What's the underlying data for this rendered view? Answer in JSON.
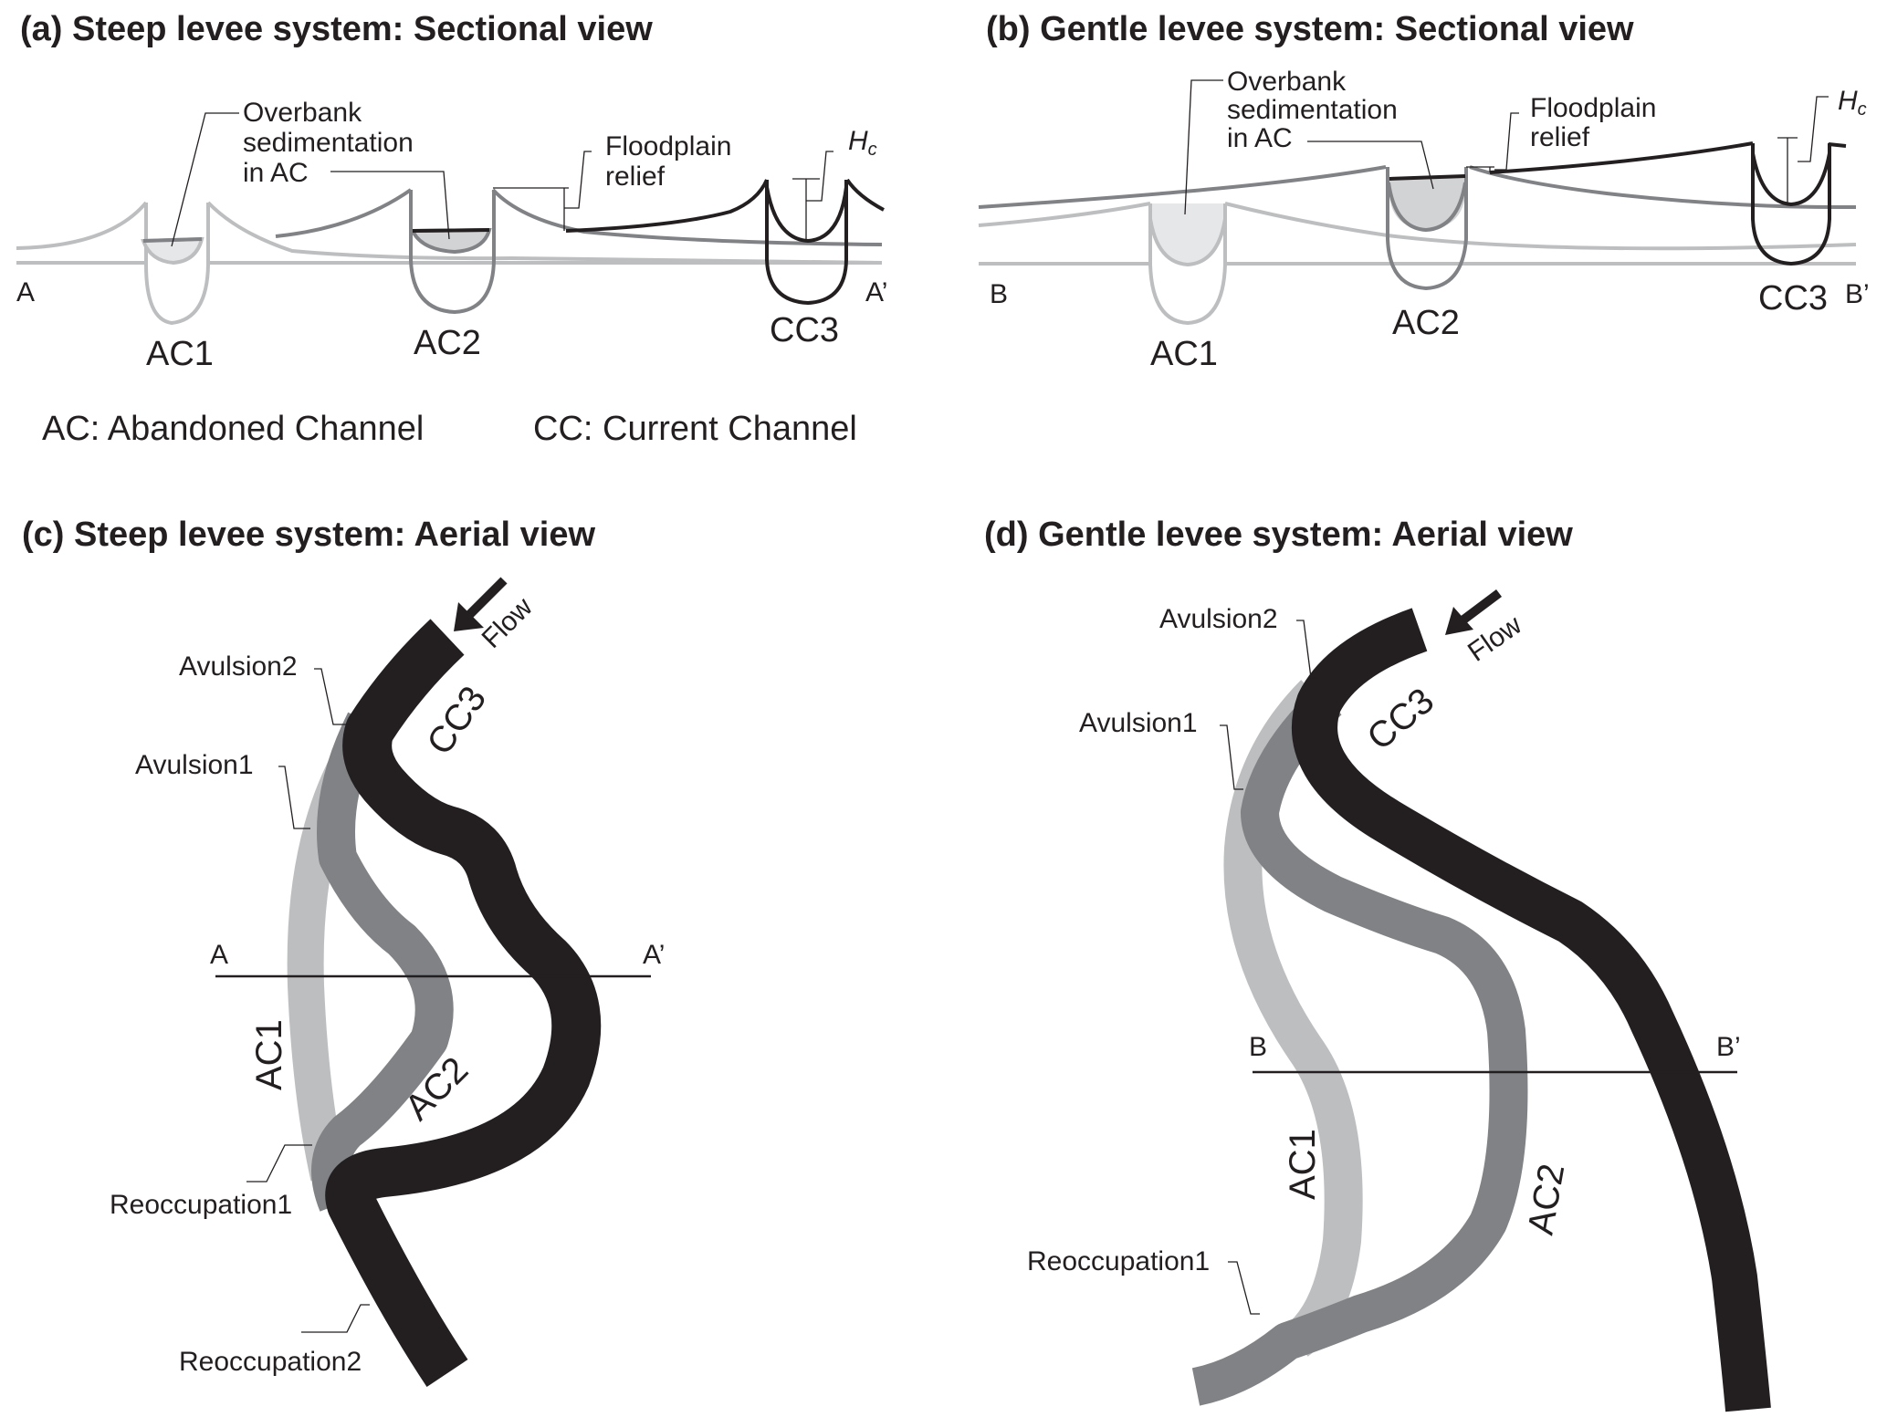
{
  "figure": {
    "panels": {
      "a": {
        "title": "(a) Steep levee system: Sectional view",
        "section_start": "A",
        "section_end": "A’",
        "channels": [
          "AC1",
          "AC2",
          "CC3"
        ],
        "annotation_overbank": [
          "Overbank",
          "sedimentation",
          "in AC"
        ],
        "annotation_relief": [
          "Floodplain",
          "relief"
        ],
        "annotation_hc_main": "H",
        "annotation_hc_sub": "c"
      },
      "b": {
        "title": "(b) Gentle levee system: Sectional view",
        "section_start": "B",
        "section_end": "B’",
        "channels": [
          "AC1",
          "AC2",
          "CC3"
        ],
        "annotation_overbank": [
          "Overbank",
          "sedimentation",
          "in AC"
        ],
        "annotation_relief": [
          "Floodplain",
          "relief"
        ],
        "annotation_hc_main": "H",
        "annotation_hc_sub": "c"
      },
      "c": {
        "title": "(c) Steep levee system: Aerial view",
        "section_start": "A",
        "section_end": "A’",
        "channels": [
          "AC1",
          "AC2",
          "CC3"
        ],
        "flow_label": "Flow",
        "events": [
          "Avulsion2",
          "Avulsion1",
          "Reoccupation1",
          "Reoccupation2"
        ]
      },
      "d": {
        "title": "(d) Gentle levee system: Aerial view",
        "section_start": "B",
        "section_end": "B’",
        "channels": [
          "AC1",
          "AC2",
          "CC3"
        ],
        "flow_label": "Flow",
        "events": [
          "Avulsion2",
          "Avulsion1",
          "Reoccupation1"
        ]
      }
    },
    "legend": {
      "ac": "AC: Abandoned Channel",
      "cc": "CC: Current Channel"
    },
    "colors": {
      "ac1": "#bcbec0",
      "ac2": "#808285",
      "cc3": "#231f20",
      "fill_ac1": "#e6e7e8",
      "fill_ac2": "#d1d3d4"
    }
  }
}
